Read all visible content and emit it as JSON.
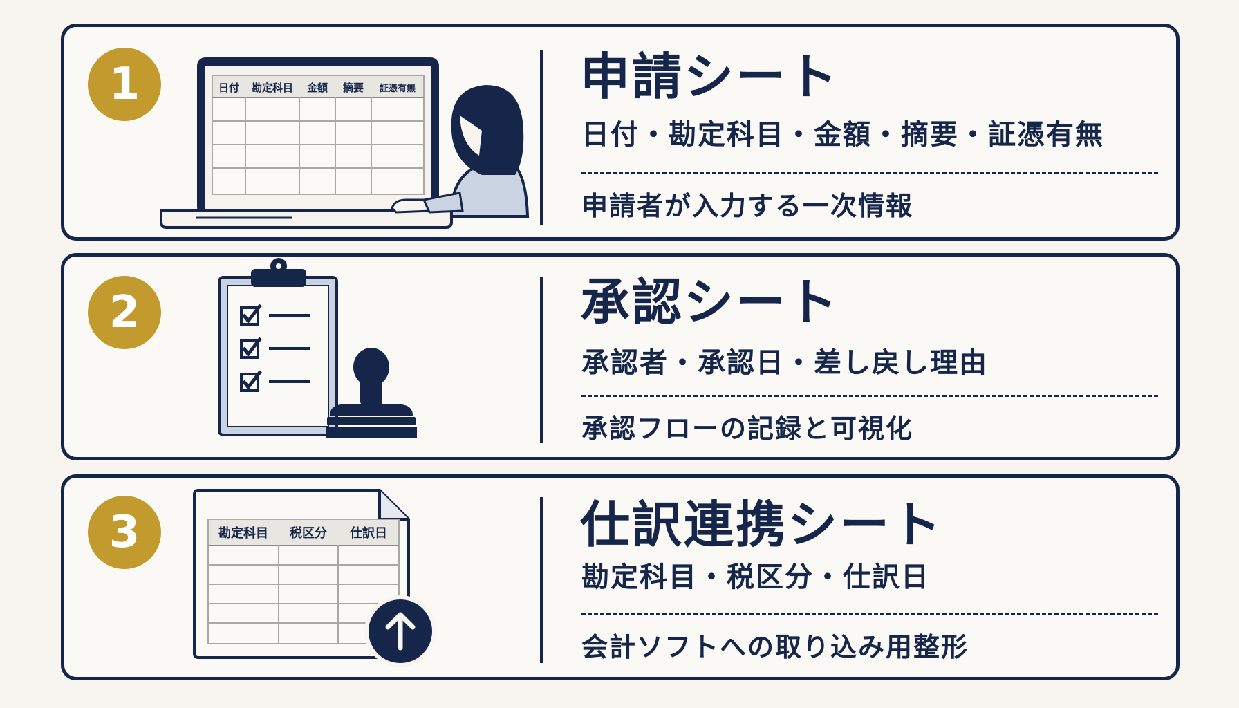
{
  "colors": {
    "navy": "#15264a",
    "gold": "#c29a2e",
    "background": "#f8f5f0",
    "person_shirt": "#c9d3e2"
  },
  "steps": [
    {
      "number": "1",
      "title": "申請シート",
      "fields": "日付・勘定科目・金額・摘要・証憑有無",
      "description": "申請者が入力する一次情報",
      "illustration": "laptop-with-person-icon",
      "table_headers": [
        "日付",
        "勘定科目",
        "金額",
        "摘要",
        "証憑有無"
      ]
    },
    {
      "number": "2",
      "title": "承認シート",
      "fields": "承認者・承認日・差し戻し理由",
      "description": "承認フローの記録と可視化",
      "illustration": "clipboard-checklist-with-stamp-icon"
    },
    {
      "number": "3",
      "title": "仕訳連携シート",
      "fields": "勘定科目・税区分・仕訳日",
      "description": "会計ソフトへの取り込み用整形",
      "illustration": "spreadsheet-document-with-upload-icon",
      "table_headers": [
        "勘定科目",
        "税区分",
        "仕訳日"
      ]
    }
  ]
}
